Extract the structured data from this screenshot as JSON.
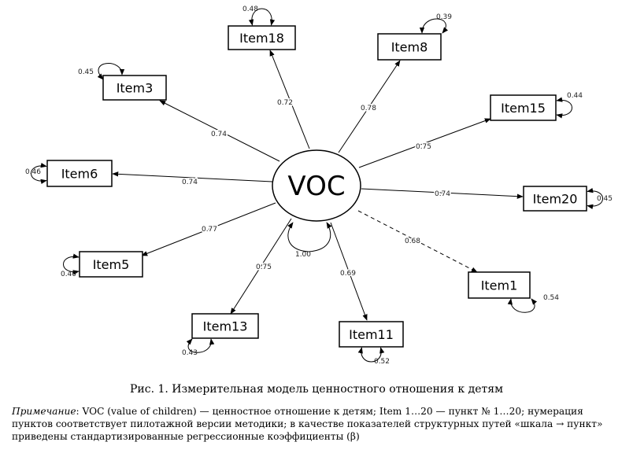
{
  "diagram": {
    "center": {
      "label": "VOC",
      "self_loop": "1.00"
    },
    "items": [
      {
        "id": "item18",
        "label": "Item18",
        "loading": "0.72",
        "error": "0.48",
        "style": "solid"
      },
      {
        "id": "item8",
        "label": "Item8",
        "loading": "0.78",
        "error": "0.39",
        "style": "solid"
      },
      {
        "id": "item3",
        "label": "Item3",
        "loading": "0.74",
        "error": "0.45",
        "style": "solid"
      },
      {
        "id": "item15",
        "label": "Item15",
        "loading": "0.75",
        "error": "0.44",
        "style": "solid"
      },
      {
        "id": "item6",
        "label": "Item6",
        "loading": "0.74",
        "error": "0.46",
        "style": "solid"
      },
      {
        "id": "item20",
        "label": "Item20",
        "loading": "0.74",
        "error": "0.45",
        "style": "solid"
      },
      {
        "id": "item5",
        "label": "Item5",
        "loading": "0.77",
        "error": "0.40",
        "style": "solid"
      },
      {
        "id": "item1",
        "label": "Item1",
        "loading": "0.68",
        "error": "0.54",
        "style": "dashed"
      },
      {
        "id": "item13",
        "label": "Item13",
        "loading": "0.75",
        "error": "0.43",
        "style": "solid"
      },
      {
        "id": "item11",
        "label": "Item11",
        "loading": "0.69",
        "error": "0.52",
        "style": "solid"
      }
    ]
  },
  "caption": "Рис. 1. Измерительная модель ценностного отношения к детям",
  "note": {
    "label": "Примечание",
    "text": ": VOC (value of children) — ценностное отношение к детям; Item 1…20 — пункт № 1…20; нумерация пунктов соответствует пилотажной версии методики; в качестве показателей структурных путей «шкала → пункт» приведены стандартизированные регрессионные коэффициенты (β)"
  }
}
